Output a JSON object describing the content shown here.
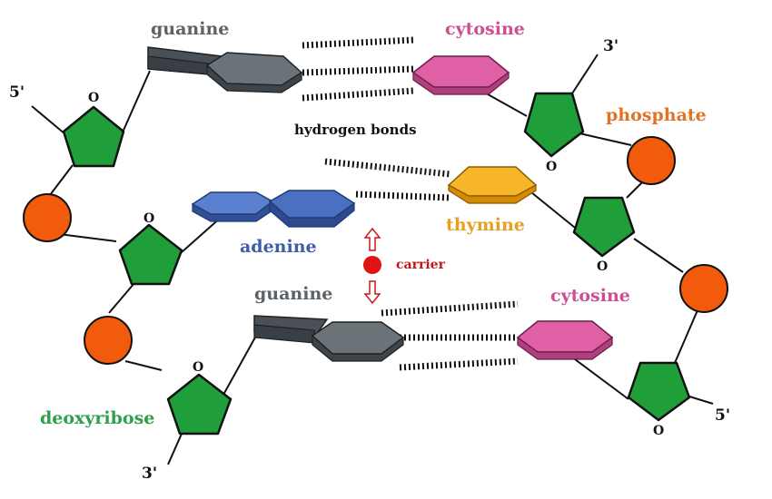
{
  "labels": {
    "guanine": "guanine",
    "cytosine": "cytosine",
    "adenine": "adenine",
    "thymine": "thymine",
    "phosphate": "phosphate",
    "deoxyribose": "deoxyribose",
    "hydrogen_bonds": "hydrogen bonds",
    "carrier": "carrier",
    "end_5": "5'",
    "end_3": "3'",
    "ring_oxygen": "O"
  },
  "colors": {
    "guanine": "#5f676c",
    "cytosine": "#e060a6",
    "adenine": "#3f64b4",
    "thymine": "#f0a60d",
    "phosphate": "#f25a0c",
    "deoxyribose": "#1f9e3a",
    "carrier": "#e01414",
    "label_guanine": "#5b6268",
    "label_cytosine": "#cc4f92",
    "label_adenine": "#3f5ea8",
    "label_thymine": "#e5a024",
    "label_phosphate": "#e07426",
    "label_deoxyribose": "#2da04a",
    "label_carrier": "#c01818"
  }
}
